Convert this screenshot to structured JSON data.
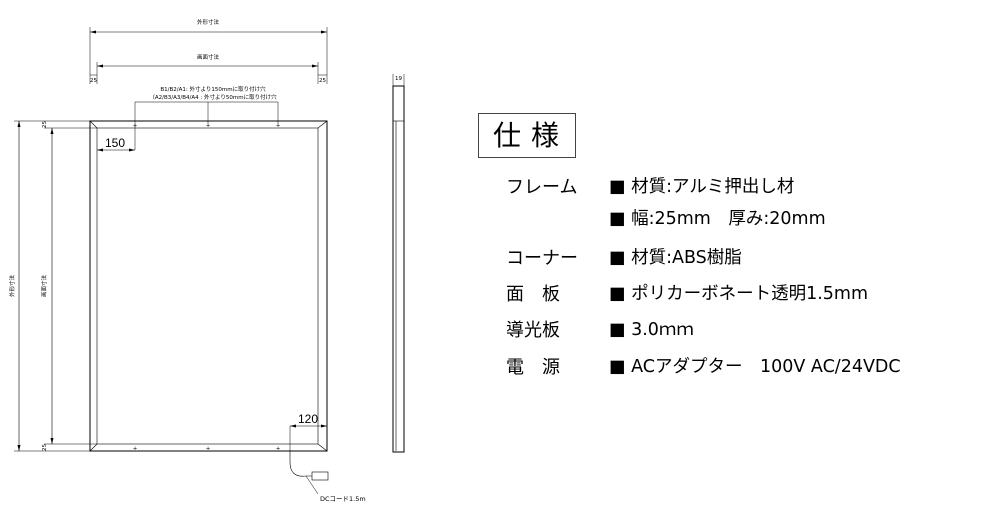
{
  "drawing": {
    "outer_width_label": "外形寸法",
    "screen_width_label": "画面寸法",
    "left_margin_label": "25",
    "right_margin_label": "25",
    "depth_label": "19",
    "hole_note_line1": "B1/B2/A1: 外寸より150mmに取り付け穴",
    "hole_note_line2": "（A2/B3/A3/B4/A4 : 外寸より50mmに取り付け穴",
    "top_margin_label": "25",
    "bottom_margin_label": "25",
    "hole_offset_label": "150",
    "cable_offset_label": "120",
    "outer_height_label": "外形寸法",
    "screen_height_label": "画面寸法",
    "cable_label": "DCコード1.5m"
  },
  "spec": {
    "title": "仕様",
    "rows": [
      {
        "label": "フレーム",
        "value": "■ 材質:アルミ押出し材"
      },
      {
        "label": "",
        "value": "■  幅:25mm　厚み:20mm"
      },
      {
        "label": "コーナー",
        "value": "■  材質:ABS樹脂"
      },
      {
        "label": "面　板",
        "value": "■  ポリカーボネート透明1.5mm"
      },
      {
        "label": "導光板",
        "value": "■  3.0ｍｍ"
      },
      {
        "label": "電　源",
        "value": "■ ACアダプター　100V AC/24VDC"
      }
    ]
  }
}
